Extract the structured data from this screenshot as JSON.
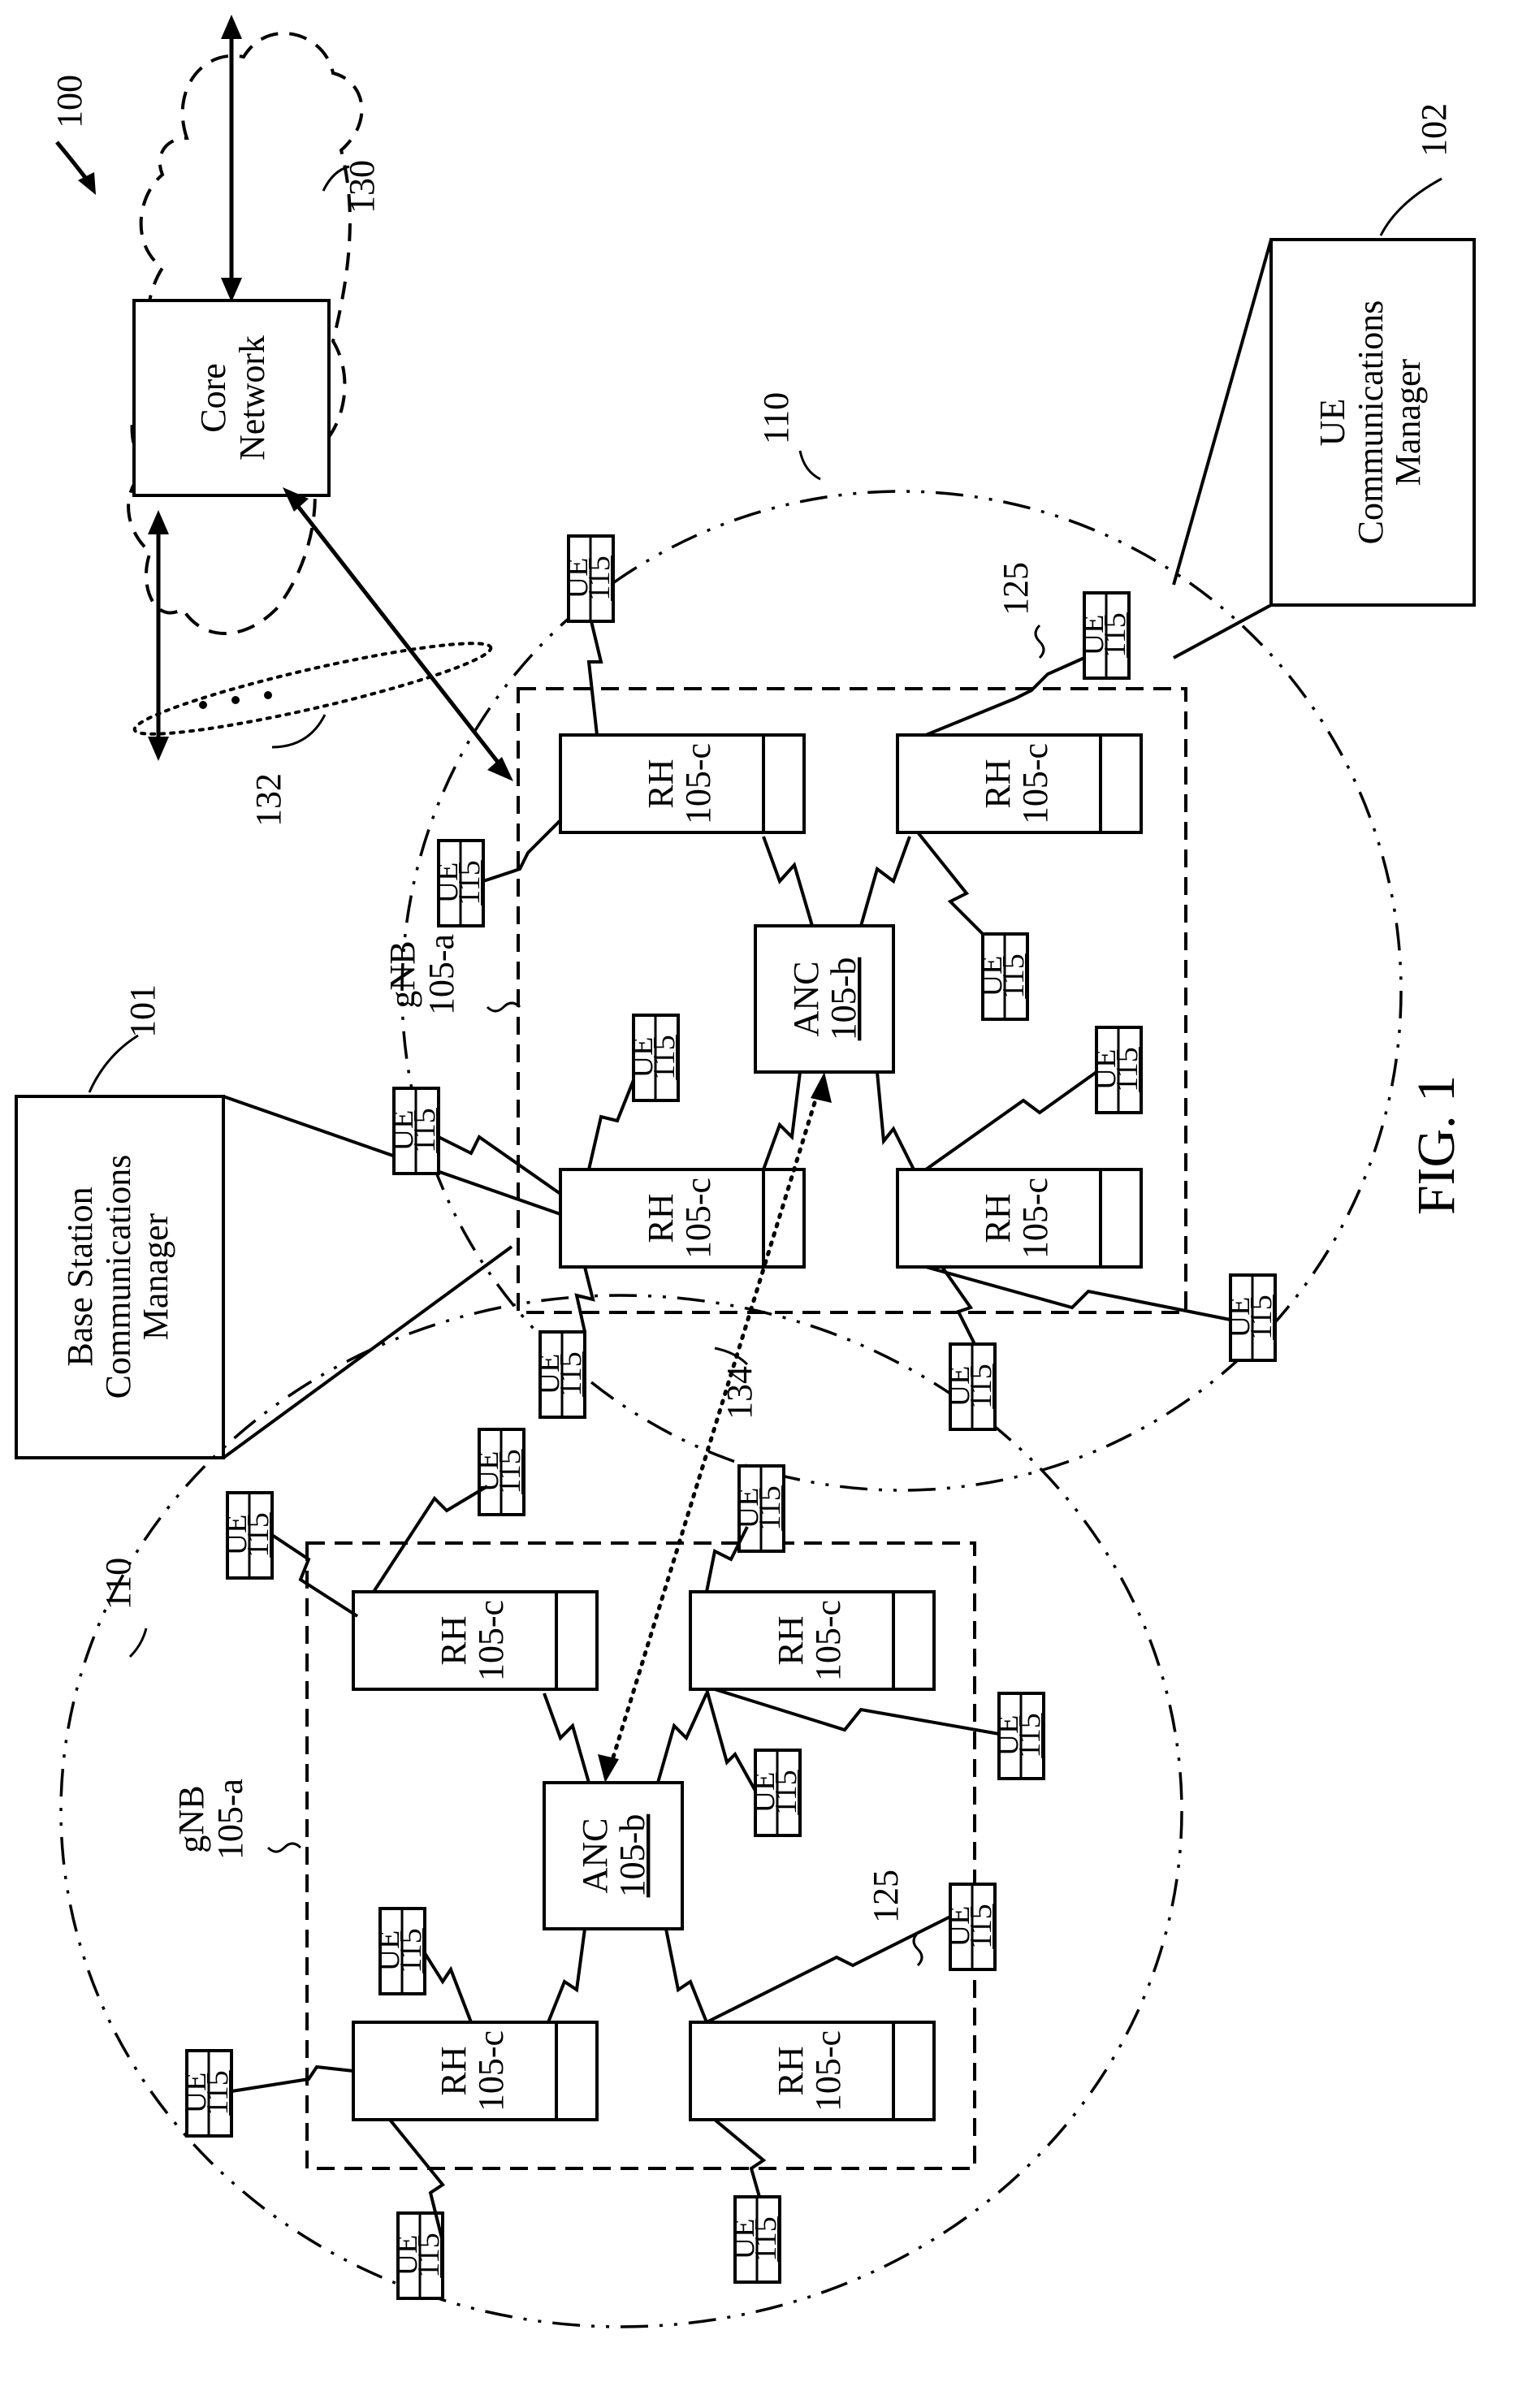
{
  "figure": {
    "label": "FIG. 1",
    "ref_system": "100",
    "ref_core_cloud": "130",
    "ref_backhaul": "132",
    "ref_inter_anc": "134",
    "ref_bs_manager": "101",
    "ref_ue_manager": "102",
    "ref_coverage_upper": "110",
    "ref_coverage_lower": "110",
    "ref_link_upper": "125",
    "ref_link_lower": "125"
  },
  "core_network": {
    "line1": "Core",
    "line2": "Network"
  },
  "bs_manager": {
    "line1": "Base Station",
    "line2": "Communications",
    "line3": "Manager"
  },
  "ue_manager": {
    "line1": "UE",
    "line2": "Communications",
    "line3": "Manager"
  },
  "gnb_label": {
    "line1": "gNB",
    "line2": "105-a"
  },
  "anc": {
    "name": "ANC",
    "ref": "105-b"
  },
  "rh": {
    "name": "RH",
    "ref": "105-c"
  },
  "ue": {
    "name": "UE",
    "ref": "115"
  }
}
